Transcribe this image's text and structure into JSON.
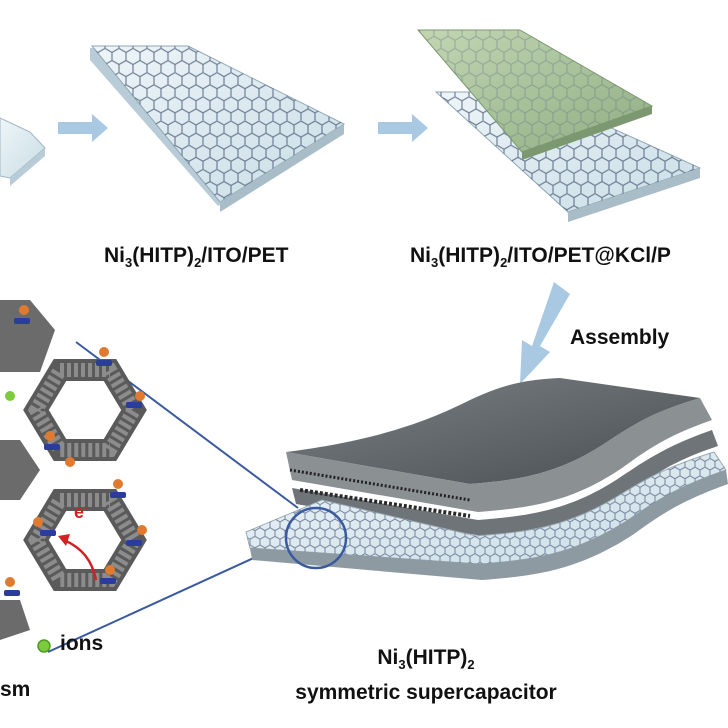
{
  "labels": {
    "film": {
      "p1": "Ni",
      "s1": "3",
      "p2": "(HITP)",
      "s2": "2",
      "p3": "/ITO/PET"
    },
    "film_gel": {
      "p1": "Ni",
      "s1": "3",
      "p2": "(HITP)",
      "s2": "2",
      "p3": "/ITO/PET@KCl/P"
    },
    "assembly": "Assembly",
    "device": {
      "p1": "Ni",
      "s1": "3",
      "p2": "(HITP)",
      "s2": "2",
      "line2": "symmetric supercapacitor"
    },
    "electron": "e",
    "electron_sup": "-",
    "ions": "ions",
    "mechanism_fragment": "sm"
  },
  "colors": {
    "arrow": "#a9c9e3",
    "glass": "#d9e8ef",
    "gel": "#a8c49a",
    "lattice": "#5b6b86",
    "device_dark": "#5a5f63",
    "pore_orange": "#e07a30",
    "pore_blue": "#2a3c9c",
    "electron_red": "#d42020",
    "ion_green": "#7ccb3c",
    "callout_line": "#3a5aa0"
  }
}
